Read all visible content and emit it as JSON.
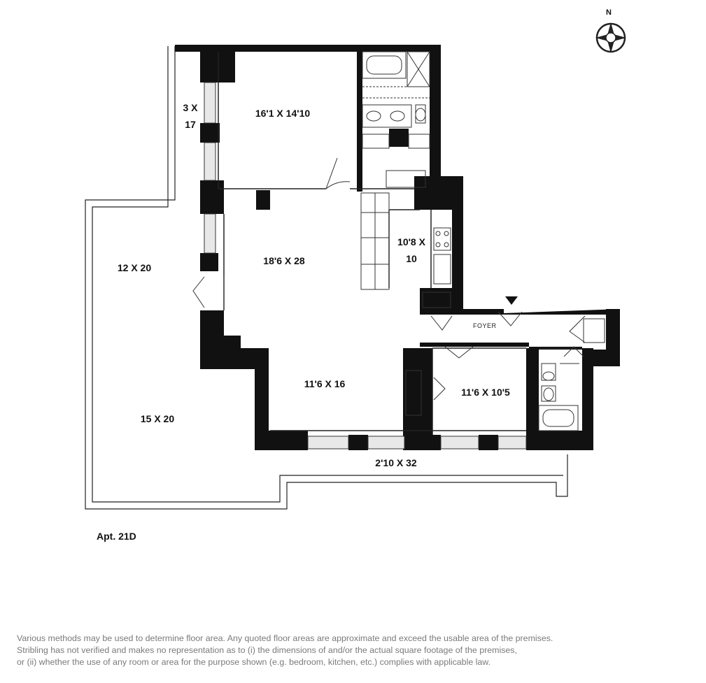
{
  "compass": {
    "label": "N",
    "icon": "compass-icon"
  },
  "rooms": [
    {
      "id": "bedroom-1",
      "name": "16'1 X 14'10"
    },
    {
      "id": "terrace-strip",
      "line1": "3 X",
      "line2": "17"
    },
    {
      "id": "terrace-left",
      "name": "12 X 20"
    },
    {
      "id": "living-room",
      "name": "18'6 X 28"
    },
    {
      "id": "kitchen",
      "line1": "10'8 X",
      "line2": "10"
    },
    {
      "id": "dining",
      "name": "11'6 X 16"
    },
    {
      "id": "terrace-lower-left",
      "name": "15 X 20"
    },
    {
      "id": "bedroom-2",
      "name": "11'6 X 10'5"
    },
    {
      "id": "balcony",
      "name": "2'10 X 32"
    }
  ],
  "foyer_label": "FOYER",
  "apartment": "Apt. 21D",
  "disclaimer": [
    "Various methods may be used to determine floor area.  Any quoted floor areas are approximate and exceed the usable area of the premises.",
    "Stribling has not verified and makes no representation as to (i) the dimensions of and/or the actual square footage of the premises,",
    "or (ii) whether the use of any room or area for the purpose shown (e.g. bedroom, kitchen, etc.) complies with applicable law."
  ]
}
